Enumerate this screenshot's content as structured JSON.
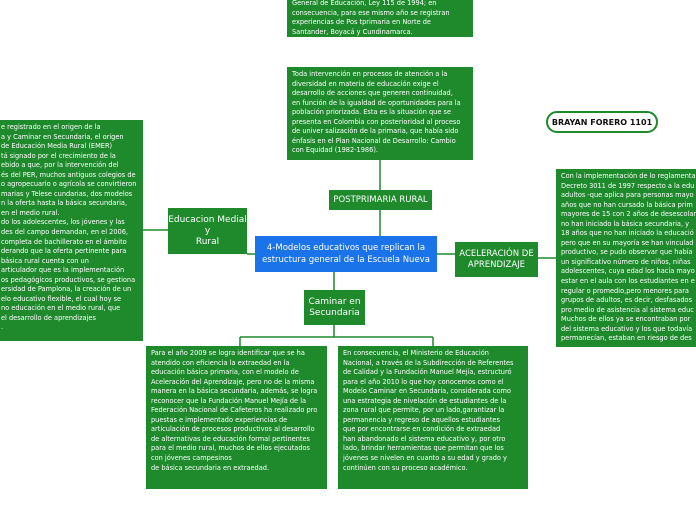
{
  "center": "4-Modelos educativos que  replican la\nestructura general de la Escuela Nueva",
  "topics": {
    "postprimaria": "POSTPRIMARIA RURAL",
    "media_rural": "Educacion Medial\ny\nRural",
    "aceleracion": "ACELERACIÓN DE\nAPRENDIZAJE",
    "caminar": "Caminar en\nSecundaria"
  },
  "author": "BRAYAN FORERO 1101",
  "texts": {
    "post_top": "General de Educación, Ley 115 de 1994; en\nconsecuencia, para ese mismo año se registran\nexperiencias de Pos tprimaria en Norte de\nSantander, Boyacá y Cundinamarca.",
    "post_mid": "Toda intervención en procesos de atención a la\ndiversidad en materia de educación exige el\ndesarrollo de acciones que generen continuidad,\nen función de la igualdad de oportunidades para la\npoblación priorizada. Esta es la situación que se\npresenta en Colombia con posterioridad al proceso\nde univer salización de la primaria, que había sido\nénfasis en el Plan Nacional de Desarrollo: Cambio\ncon Equidad (1982-1986).",
    "media_left": "e registrado en el origen de la\na y Caminar en Secundaria, el origen\nde Educación Media Rural (EMER)\ntá signado por el crecimiento de la\nebido a que, por la intervención del\nés del PER, muchos antiguos colegios de\no agropecuario o agrícola se convirtieron\nmarias y Telese cundarias, dos modelos\nn la oferta hasta la básica secundaria,\nen el medio rural.\ndo los adolescentes, los jóvenes y las\ndes del campo demandan, en el 2006,\ncompleta de bachillerato en el ámbito\nderando que la oferta pertinente para\n básica rural cuenta con un\narticulador que es la implementación\nos pedagógicos productivos, se gestiona\nersidad de Pamplona, la creación de un\nelo educativo flexible, el cual hoy se\nno educación en el medio rural, que\nel desarrollo de aprendizajes\n.",
    "acel_right": "Con la implementación de lo reglamenta\nDecreto 3011 de 1997 respecto a la edu\nadultos -que aplica para personas mayo\naños que no han cursado la básica prim\nmayores de 15 con 2 años de desescolar\nno han iniciado la básica secundaria, y \n18 años que no han iniciado la educació\npero que en su mayoría se han vinculad\nproductivo, se pudo observar que había\nun significativo número de niños, niñas\nadolescentes, cuya edad los hacía mayo\nestar en el aula con los estudiantes en e\nregular o promedio,pero menores para \ngrupos de adultos, es decir, desfasados\npro medio de asistencia al sistema educ\nMuchos de ellos ya se encontraban por \ndel sistema educativo y los que todavía \npermanecían, estaban en riesgo de des",
    "cam_left": "Para el año 2009 se logra identificar que se ha\natendido con eficiencia la extraedad en la\neducación básica primaria, con el modelo de\nAceleración del Aprendizaje, pero no de la misma\nmanera en la básica secundaria, además, se logra\nreconocer que la Fundación Manuel Mejía de la\nFederación Nacional de Cafeteros ha realizado pro\npuestas e implementado experiencias de\narticulación de procesos productivos al desarrollo\nde alternativas de educación formal pertinentes\npara el medio rural, muchos de ellos ejecutados\ncon jóvenes campesinos\nde básica secundaria en extraedad.",
    "cam_right": "En consecuencia, el Ministerio de Educación\nNacional, a través de la Subdirección de Referentes\nde Calidad y la Fundación Manuel Mejía, estructuró\npara el año 2010 lo que hoy conocemos como el\nModelo Caminar en Secundaria, considerada como\nuna estrategia de nivelación de estudiantes de la\nzona rural que permite, por un lado,garantizar la\npermanencia y regreso de aquellos estudiantes\nque por encontrarse en condición de extraedad\nhan abandonado el sistema educativo y, por otro\nlado, brindar herramientas que permitan que los\njóvenes se nivelen en cuanto a su edad y grado y\ncontinúen con su proceso académico."
  },
  "colors": {
    "node_fill": "#1e8a2c",
    "center_fill": "#1a73e8",
    "author_border": "#1e8a2c"
  }
}
